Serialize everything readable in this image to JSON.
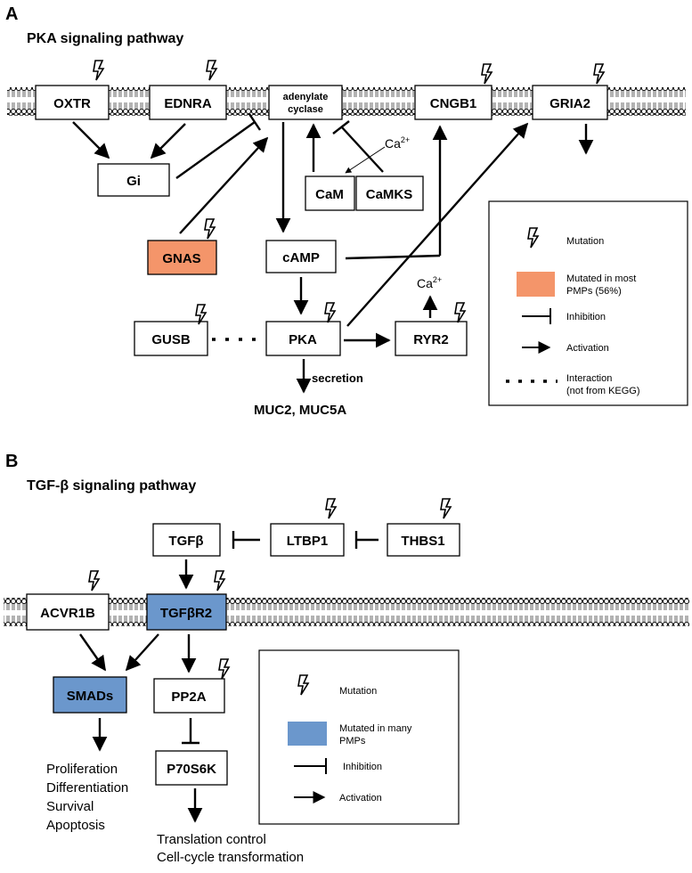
{
  "panel_a": {
    "letter": "A",
    "title": "PKA signaling pathway",
    "nodes": {
      "oxtr": "OXTR",
      "ednra": "EDNRA",
      "adenylate_line1": "adenylate",
      "adenylate_line2": "cyclase",
      "cngb1": "CNGB1",
      "gria2": "GRIA2",
      "gi": "Gi",
      "cam": "CaM",
      "camks": "CaMKS",
      "gnas": "GNAS",
      "camp": "cAMP",
      "gusb": "GUSB",
      "pka": "PKA",
      "ryr2": "RYR2"
    },
    "ca_label": "Ca",
    "ca_sup": "2+",
    "secretion": "secretion",
    "products": "MUC2, MUC5A",
    "legend": {
      "mutation": "Mutation",
      "mutated_line1": "Mutated in most",
      "mutated_line2": "PMPs (56%)",
      "inhibition": "Inhibition",
      "activation": "Activation",
      "interaction_line1": "Interaction",
      "interaction_line2": "(not from KEGG)"
    },
    "highlight_color": "#f4956a"
  },
  "panel_b": {
    "letter": "B",
    "title": "TGF-β signaling pathway",
    "nodes": {
      "tgfb": "TGFβ",
      "ltbp1": "LTBP1",
      "thbs1": "THBS1",
      "acvr1b": "ACVR1B",
      "tgfbr2": "TGFβR2",
      "smads": "SMADs",
      "pp2a": "PP2A",
      "p70s6k": "P70S6K"
    },
    "smad_outcomes": [
      "Proliferation",
      "Differentiation",
      "Survival",
      "Apoptosis"
    ],
    "p70_outcomes": [
      "Translation control",
      "Cell-cycle transformation"
    ],
    "legend": {
      "mutation": "Mutation",
      "mutated_line1": "Mutated in many",
      "mutated_line2": "PMPs",
      "inhibition": "Inhibition",
      "activation": "Activation"
    },
    "highlight_color": "#6b97cc"
  }
}
